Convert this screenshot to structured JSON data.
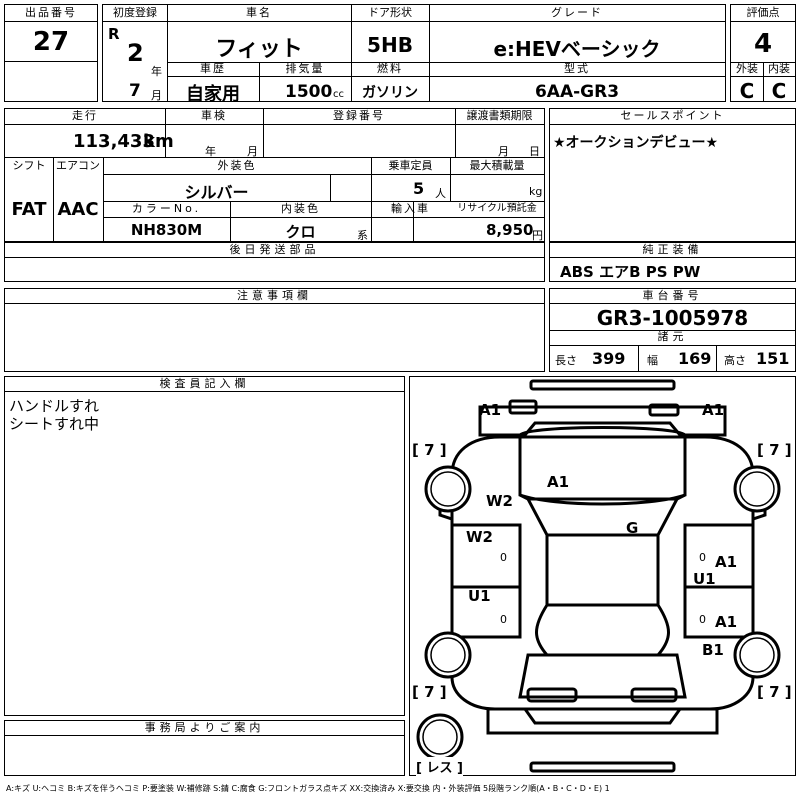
{
  "lot_no": {
    "label": "出品番号",
    "value": "27"
  },
  "first_reg": {
    "label": "初度登録",
    "era": "R",
    "year": "2",
    "year_unit": "年",
    "month": "7",
    "month_unit": "月"
  },
  "car_name": {
    "label": "車名",
    "value": "フィット"
  },
  "door": {
    "label": "ドア形状",
    "value": "5HB"
  },
  "grade": {
    "label": "グレード",
    "value": "e:HEVベーシック"
  },
  "score": {
    "label": "評価点",
    "value": "4",
    "ext_label": "外装",
    "int_label": "内装",
    "ext": "C",
    "int": "C"
  },
  "history": {
    "label": "車歴",
    "value": "自家用"
  },
  "displacement": {
    "label": "排気量",
    "value": "1500",
    "unit": "cc"
  },
  "fuel": {
    "label": "燃料",
    "value": "ガソリン"
  },
  "model_code": {
    "label": "型式",
    "value": "6AA-GR3"
  },
  "mileage": {
    "label": "走行",
    "value": "113,433",
    "unit": "km"
  },
  "inspection": {
    "label": "車検",
    "year_unit": "年",
    "month_unit": "月"
  },
  "reg_no": {
    "label": "登録番号"
  },
  "transfer": {
    "label": "譲渡書類期限",
    "month_unit": "月",
    "day_unit": "日"
  },
  "shift": {
    "label": "シフト",
    "value": "FAT"
  },
  "aircon": {
    "label": "エアコン",
    "value": "AAC"
  },
  "ext_color": {
    "label": "外装色",
    "value": "シルバー"
  },
  "capacity": {
    "label": "乗車定員",
    "value": "5",
    "unit": "人"
  },
  "max_load": {
    "label": "最大積載量",
    "unit": "kg"
  },
  "color_no": {
    "label": "カラーNo.",
    "value": "NH830M"
  },
  "int_color": {
    "label": "内装色",
    "value": "クロ",
    "unit": "系"
  },
  "import": {
    "label": "輸入車"
  },
  "recycle": {
    "label": "リサイクル預託金",
    "value": "8,950",
    "unit": "円"
  },
  "sales_point": {
    "label": "セールスポイント",
    "value": "★オークションデビュー★"
  },
  "later_parts": {
    "label": "後日発送部品"
  },
  "equipment": {
    "label": "純正装備",
    "value": "ABS エアB PS PW"
  },
  "notes": {
    "label": "注意事項欄"
  },
  "chassis": {
    "label": "車台番号",
    "value": "GR3-1005978"
  },
  "specs": {
    "label": "諸元",
    "length_label": "長さ",
    "length": "399",
    "width_label": "幅",
    "width": "169",
    "height_label": "高さ",
    "height": "151"
  },
  "inspector": {
    "label": "検査員記入欄",
    "lines": [
      "ハンドルすれ",
      "シートすれ中"
    ]
  },
  "office": {
    "label": "事務局よりご案内"
  },
  "diagram": {
    "tires": [
      "[ 7 ]",
      "[ 7 ]",
      "[ 7 ]",
      "[ 7 ]"
    ],
    "spare": "[ レス ]",
    "marks": [
      "A1",
      "A1",
      "A1",
      "W2",
      "G",
      "W2",
      "U1",
      "A1",
      "U1",
      "A1",
      "B1"
    ],
    "zeros": [
      "0",
      "0",
      "0",
      "0"
    ]
  },
  "legend": "A:キズ U:ヘコミ B:キズを伴うヘコミ P:要塗装 W:補修跡 S:錆 C:腐食 G:フロントガラス点キズ XX:交換済み X:要交換 内・外装評価 5段階ランク順(A・B・C・D・E) 1"
}
